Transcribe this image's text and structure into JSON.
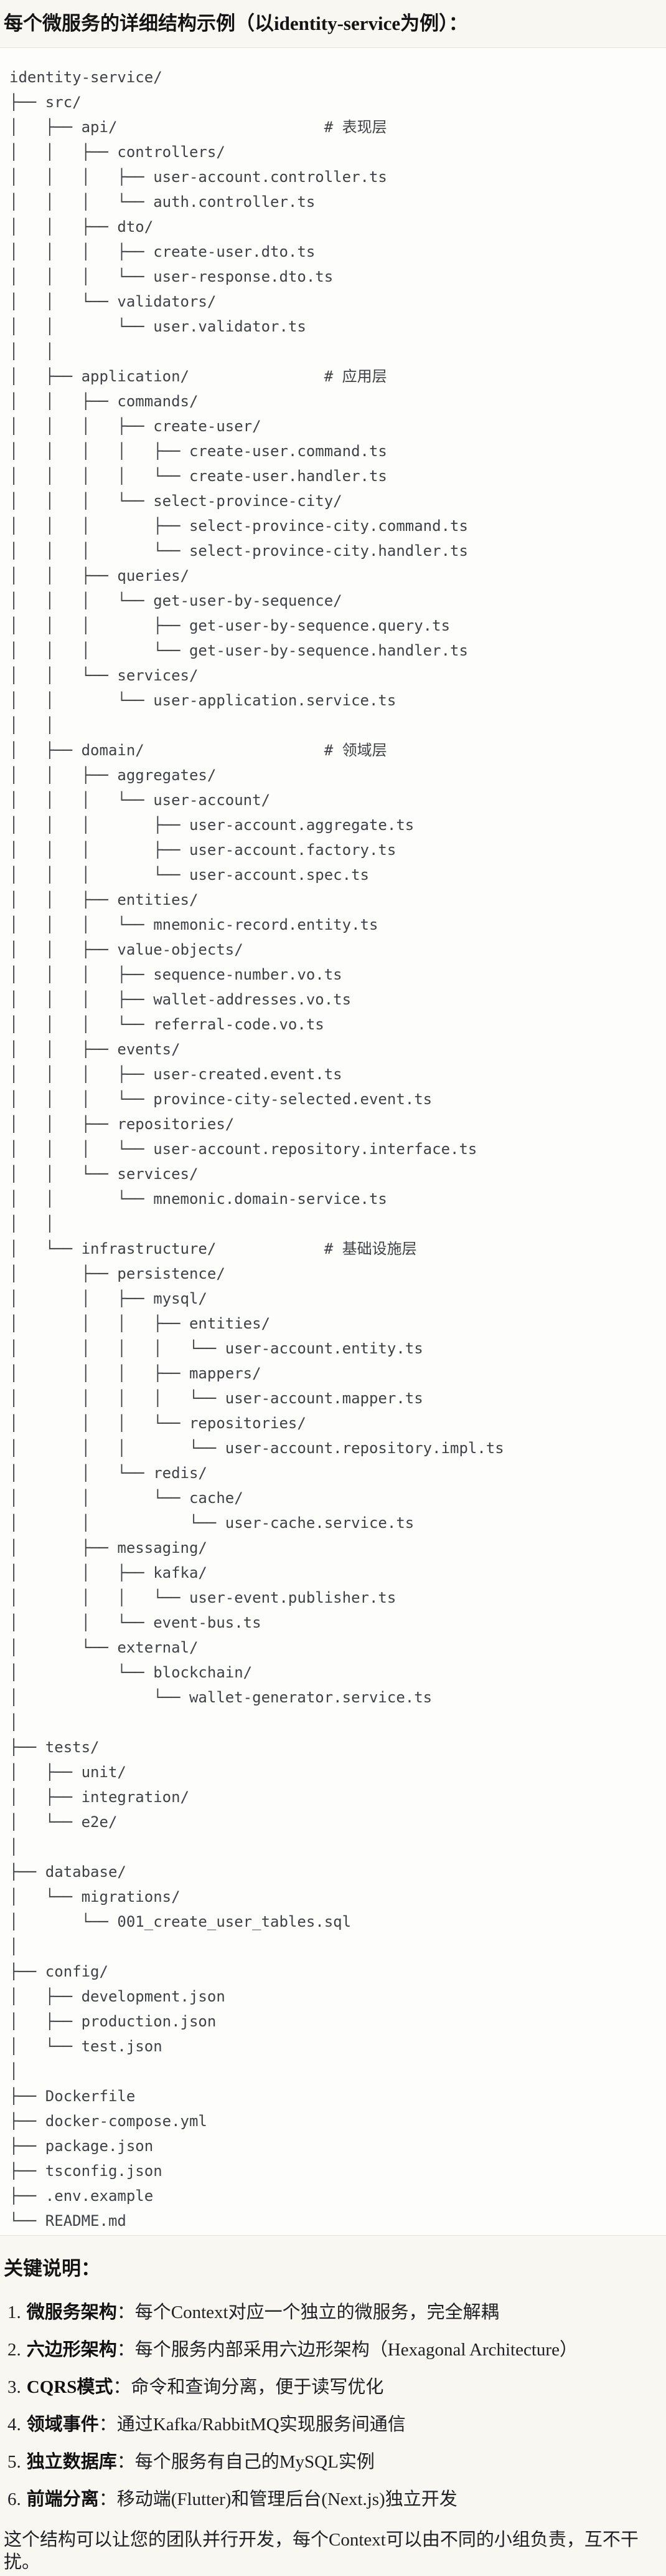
{
  "header": {
    "title": "每个微服务的详细结构示例（以identity-service为例）："
  },
  "code_block": {
    "tree": "identity-service/\n├── src/\n│   ├── api/                       # 表现层\n│   │   ├── controllers/\n│   │   │   ├── user-account.controller.ts\n│   │   │   └── auth.controller.ts\n│   │   ├── dto/\n│   │   │   ├── create-user.dto.ts\n│   │   │   └── user-response.dto.ts\n│   │   └── validators/\n│   │       └── user.validator.ts\n│   │\n│   ├── application/               # 应用层\n│   │   ├── commands/\n│   │   │   ├── create-user/\n│   │   │   │   ├── create-user.command.ts\n│   │   │   │   └── create-user.handler.ts\n│   │   │   └── select-province-city/\n│   │   │       ├── select-province-city.command.ts\n│   │   │       └── select-province-city.handler.ts\n│   │   ├── queries/\n│   │   │   └── get-user-by-sequence/\n│   │   │       ├── get-user-by-sequence.query.ts\n│   │   │       └── get-user-by-sequence.handler.ts\n│   │   └── services/\n│   │       └── user-application.service.ts\n│   │\n│   ├── domain/                    # 领域层\n│   │   ├── aggregates/\n│   │   │   └── user-account/\n│   │   │       ├── user-account.aggregate.ts\n│   │   │       ├── user-account.factory.ts\n│   │   │       └── user-account.spec.ts\n│   │   ├── entities/\n│   │   │   └── mnemonic-record.entity.ts\n│   │   ├── value-objects/\n│   │   │   ├── sequence-number.vo.ts\n│   │   │   ├── wallet-addresses.vo.ts\n│   │   │   └── referral-code.vo.ts\n│   │   ├── events/\n│   │   │   ├── user-created.event.ts\n│   │   │   └── province-city-selected.event.ts\n│   │   ├── repositories/\n│   │   │   └── user-account.repository.interface.ts\n│   │   └── services/\n│   │       └── mnemonic.domain-service.ts\n│   │\n│   └── infrastructure/            # 基础设施层\n│       ├── persistence/\n│       │   ├── mysql/\n│       │   │   ├── entities/\n│       │   │   │   └── user-account.entity.ts\n│       │   │   ├── mappers/\n│       │   │   │   └── user-account.mapper.ts\n│       │   │   └── repositories/\n│       │   │       └── user-account.repository.impl.ts\n│       │   └── redis/\n│       │       └── cache/\n│       │           └── user-cache.service.ts\n│       ├── messaging/\n│       │   ├── kafka/\n│       │   │   └── user-event.publisher.ts\n│       │   └── event-bus.ts\n│       └── external/\n│           └── blockchain/\n│               └── wallet-generator.service.ts\n│\n├── tests/\n│   ├── unit/\n│   ├── integration/\n│   └── e2e/\n│\n├── database/\n│   └── migrations/\n│       └── 001_create_user_tables.sql\n│\n├── config/\n│   ├── development.json\n│   ├── production.json\n│   └── test.json\n│\n├── Dockerfile\n├── docker-compose.yml\n├── package.json\n├── tsconfig.json\n├── .env.example\n└── README.md"
  },
  "notes": {
    "title": "关键说明：",
    "items": [
      {
        "num": "1.",
        "term": "微服务架构",
        "rest": "：每个Context对应一个独立的微服务，完全解耦"
      },
      {
        "num": "2.",
        "term": "六边形架构",
        "rest": "：每个服务内部采用六边形架构（Hexagonal Architecture）"
      },
      {
        "num": "3.",
        "term": "CQRS模式",
        "rest": "：命令和查询分离，便于读写优化"
      },
      {
        "num": "4.",
        "term": "领域事件",
        "rest": "：通过Kafka/RabbitMQ实现服务间通信"
      },
      {
        "num": "5.",
        "term": "独立数据库",
        "rest": "：每个服务有自己的MySQL实例"
      },
      {
        "num": "6.",
        "term": "前端分离",
        "rest": "：移动端(Flutter)和管理后台(Next.js)独立开发"
      }
    ],
    "closing": "这个结构可以让您的团队并行开发，每个Context可以由不同的小组负责，互不干扰。"
  },
  "colors": {
    "page_bg": "#f8f7f2",
    "code_bg": "#fdfdfb",
    "code_border": "#e4e3dc",
    "tree_text": "#3e4247",
    "heading_text": "#141414",
    "body_text": "#202124"
  }
}
